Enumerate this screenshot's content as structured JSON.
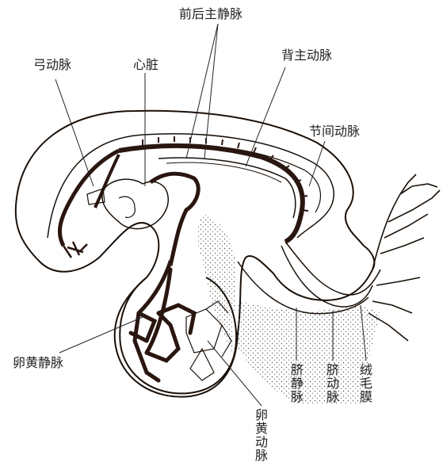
{
  "figure": {
    "labels": {
      "anterior_posterior_cardinal_vein": "前后主静脉",
      "dorsal_aorta": "背主动脉",
      "aortic_arch": "弓动脉",
      "heart": "心脏",
      "intersegmental_artery": "节间动脉",
      "vitelline_vein": "卵黄静脉",
      "vitelline_artery": "卵黄动脉",
      "umbilical_vein": "脐静脉",
      "umbilical_artery": "脐动脉",
      "chorion": "绒毛膜"
    },
    "colors": {
      "ink": "#1a1008",
      "vessel": "#2a1610",
      "stipple": "#555555"
    }
  }
}
